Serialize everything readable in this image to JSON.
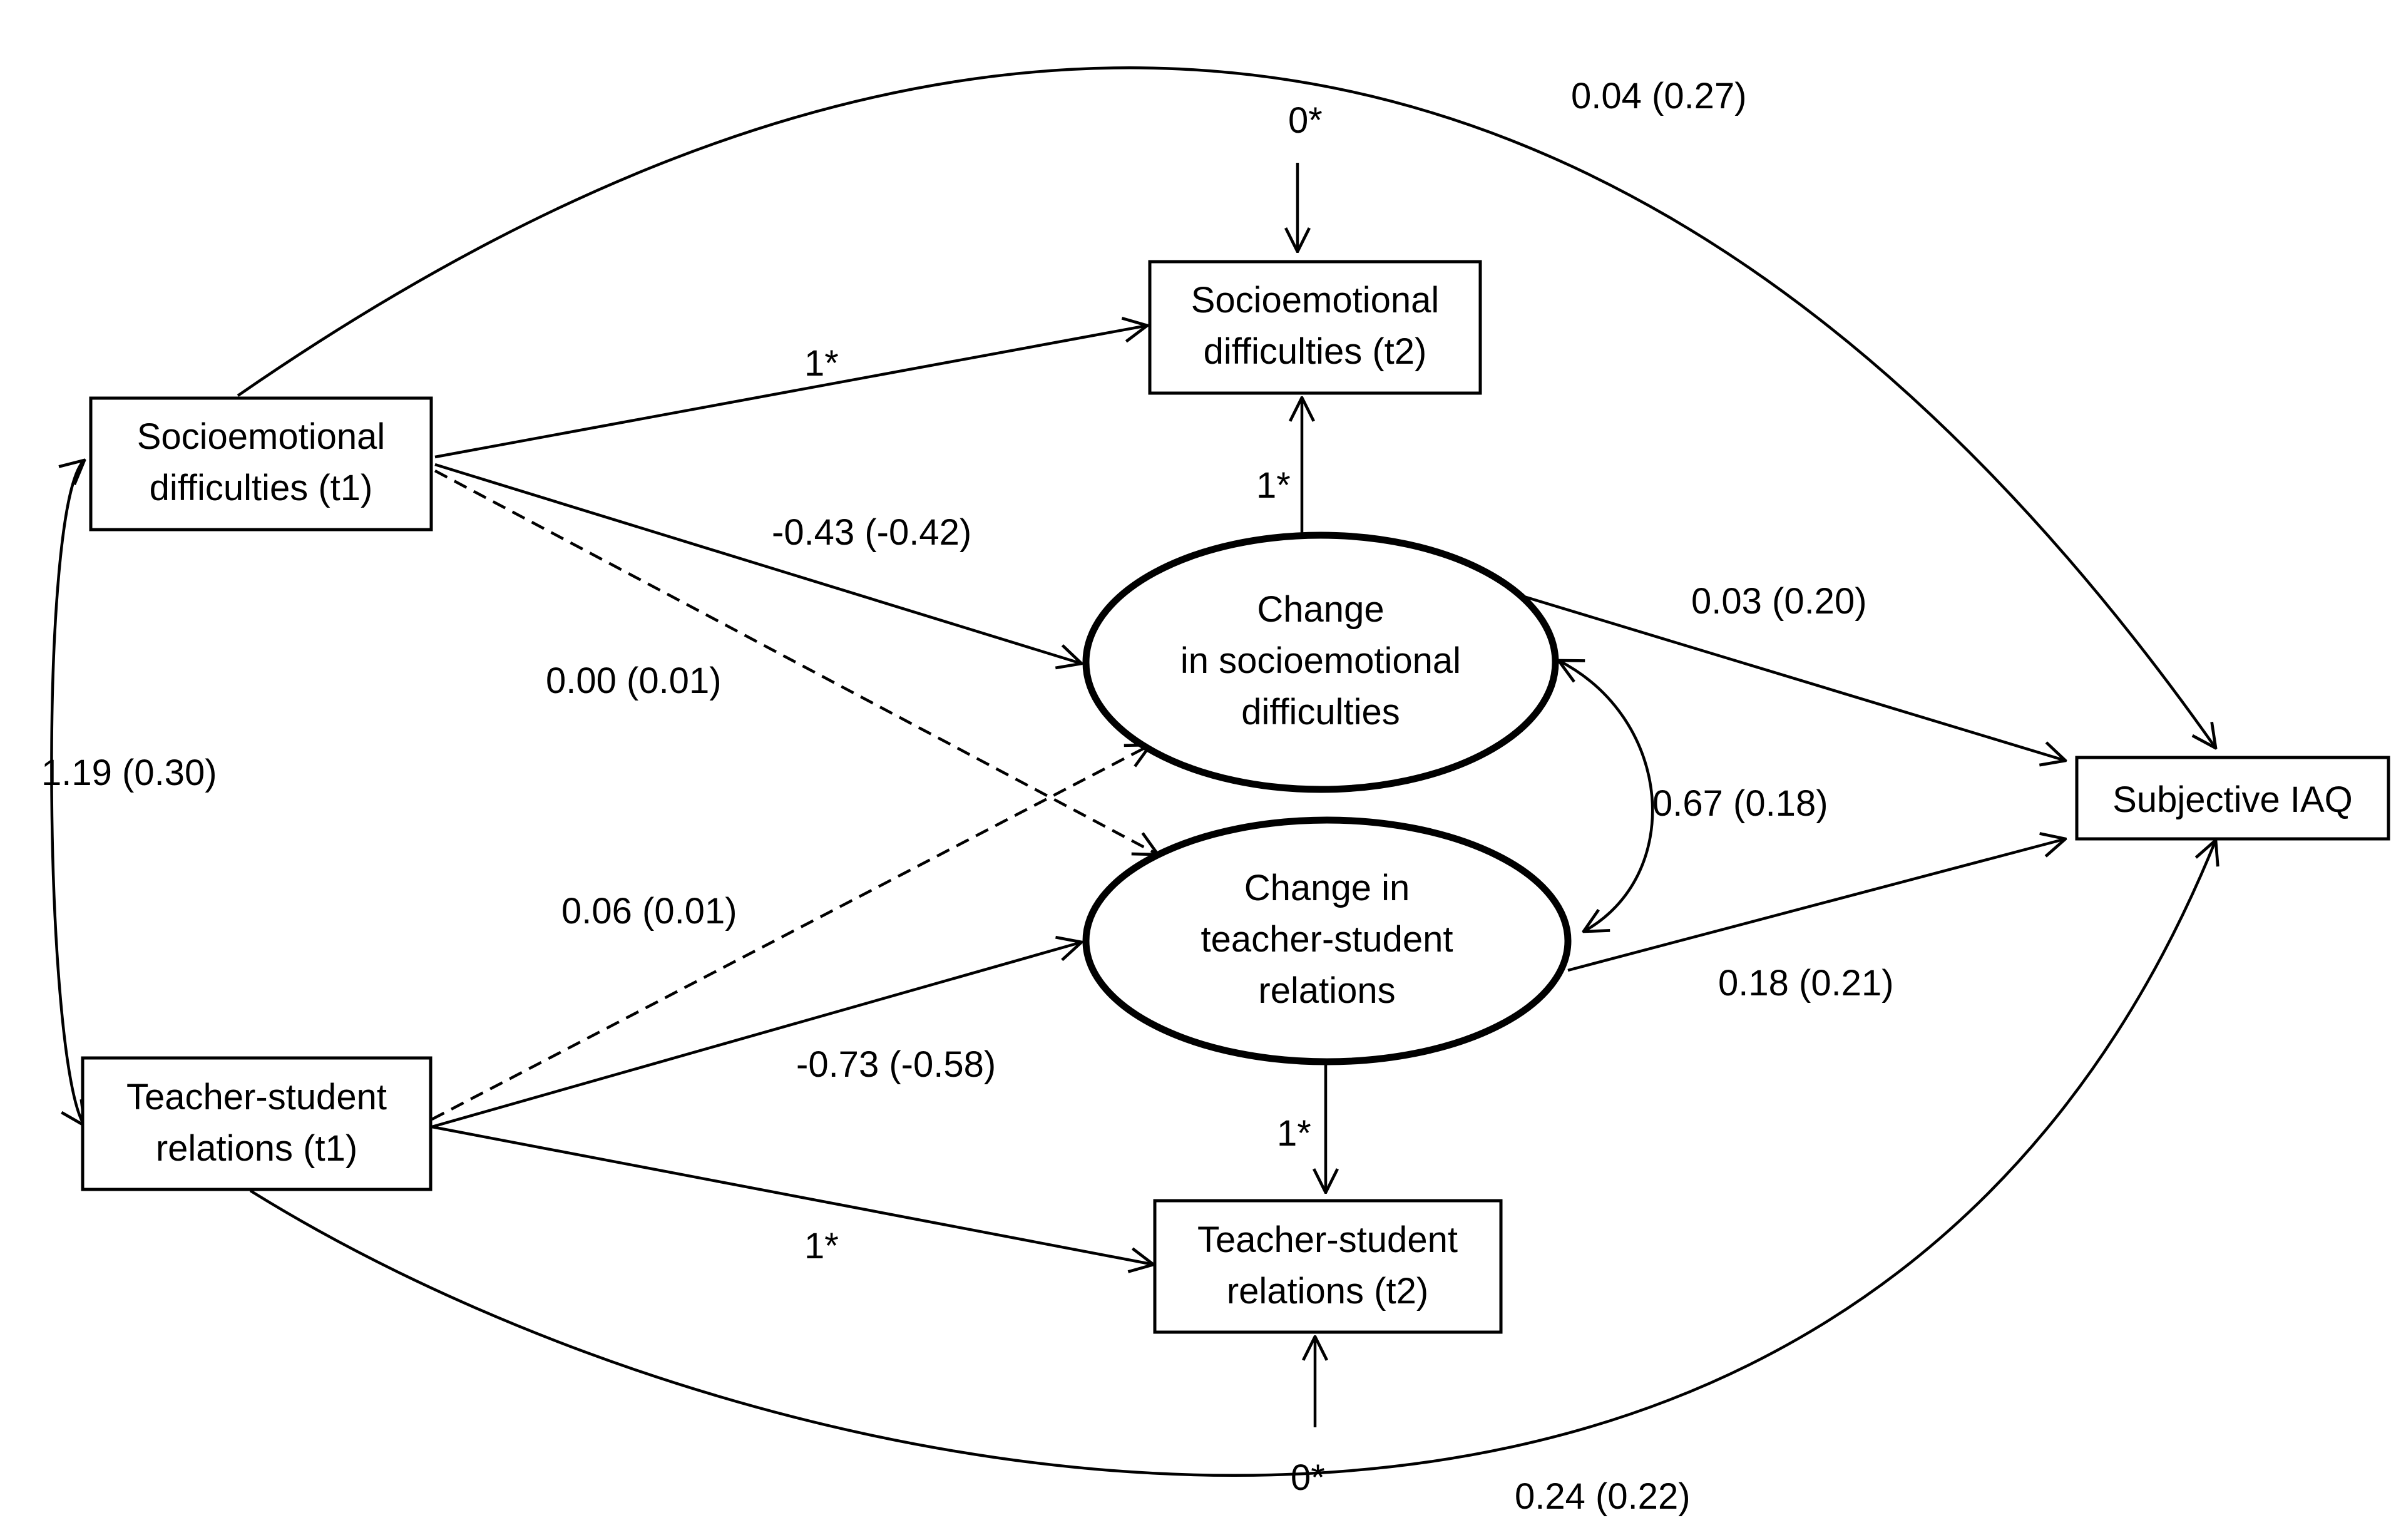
{
  "nodes": {
    "socio_t1": {
      "line1": "Socioemotional",
      "line2": "difficulties (t1)"
    },
    "teacher_t1": {
      "line1": "Teacher-student",
      "line2": "relations (t1)"
    },
    "socio_t2": {
      "line1": "Socioemotional",
      "line2": "difficulties (t2)"
    },
    "teacher_t2": {
      "line1": "Teacher-student",
      "line2": "relations (t2)"
    },
    "change_socio": {
      "line1": "Change",
      "line2": "in socioemotional",
      "line3": "difficulties"
    },
    "change_teacher": {
      "line1": "Change in",
      "line2": "teacher-student",
      "line3": "relations"
    },
    "iaq": {
      "label": "Subjective IAQ"
    }
  },
  "paths": {
    "socio_t1_to_iaq": "0.04 (0.27)",
    "socio_t1_to_socio_t2": "1*",
    "socio_t1_to_change_socio": "-0.43 (-0.42)",
    "socio_t1_to_change_teacher": "0.00 (0.01)",
    "t1_covariance": "1.19 (0.30)",
    "teacher_t1_to_change_socio": "0.06 (0.01)",
    "teacher_t1_to_change_teacher": "-0.73 (-0.58)",
    "teacher_t1_to_teacher_t2": "1*",
    "teacher_t1_to_iaq": "0.24 (0.22)",
    "change_socio_to_socio_t2": "1*",
    "change_teacher_to_teacher_t2": "1*",
    "change_socio_to_iaq": "0.03 (0.20)",
    "change_teacher_to_iaq": "0.18 (0.21)",
    "change_covariance": "0.67 (0.18)",
    "socio_t2_residual": "0*",
    "teacher_t2_residual": "0*"
  }
}
